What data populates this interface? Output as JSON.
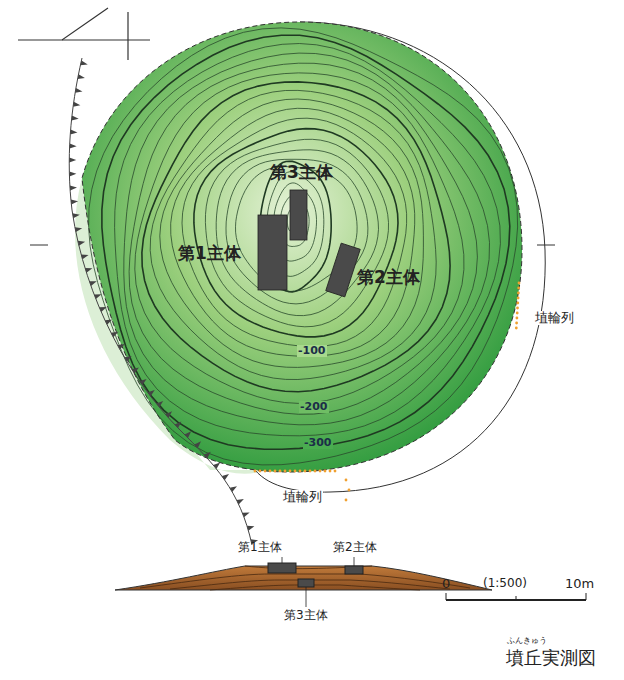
{
  "diagram": {
    "caption": "墳丘実測図",
    "labels": [
      "第3主体",
      "第1主体",
      "第2主体",
      "埴輪列",
      "-100",
      "-200",
      "-300",
      "埴輪列",
      "第1主体",
      "第2主体",
      "第3主体",
      "0",
      "(1:500)",
      "10m",
      "ふんきゅう"
    ]
  }
}
